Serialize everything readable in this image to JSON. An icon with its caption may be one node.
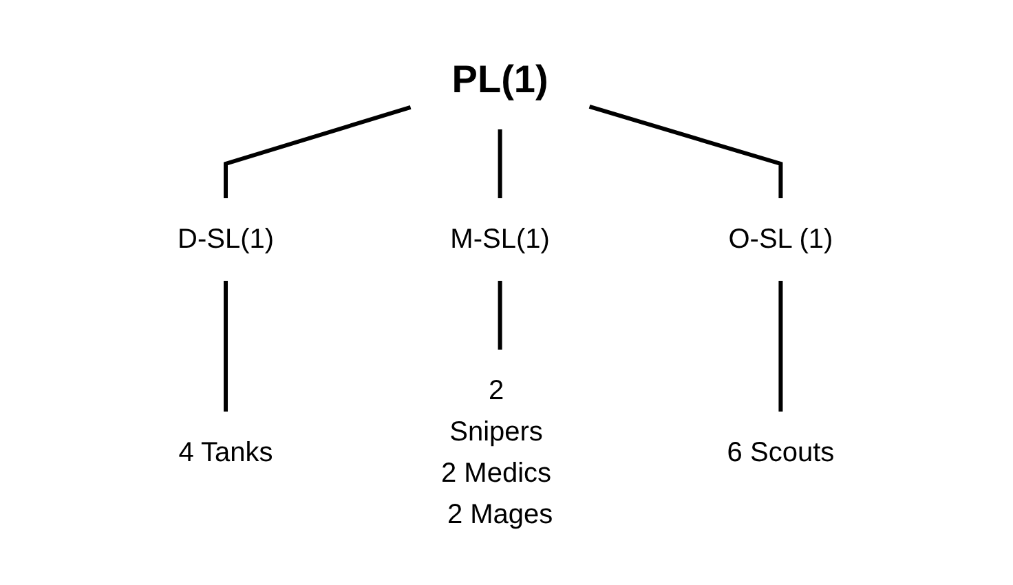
{
  "diagram": {
    "nodes": [
      {
        "text": [
          "PL(1)"
        ]
      },
      {
        "text": [
          "D-SL(1)"
        ]
      },
      {
        "text": [
          "M-SL(1)"
        ]
      },
      {
        "text": [
          "O-SL (1)"
        ]
      },
      {
        "text": [
          "4 Tanks"
        ]
      },
      {
        "text": [
          "2 Snipers 2 Medics 2 Mages"
        ]
      },
      {
        "text": [
          "6 Scouts"
        ]
      }
    ],
    "edges": [
      {
        "from": 0,
        "to": 1,
        "arrow": "none"
      },
      {
        "from": 0,
        "to": 2,
        "arrow": "none"
      },
      {
        "from": 0,
        "to": 3,
        "arrow": "none"
      },
      {
        "from": 1,
        "to": 4,
        "arrow": "none"
      },
      {
        "from": 2,
        "to": 5,
        "arrow": "none"
      },
      {
        "from": 3,
        "to": 6,
        "arrow": "none"
      }
    ]
  }
}
